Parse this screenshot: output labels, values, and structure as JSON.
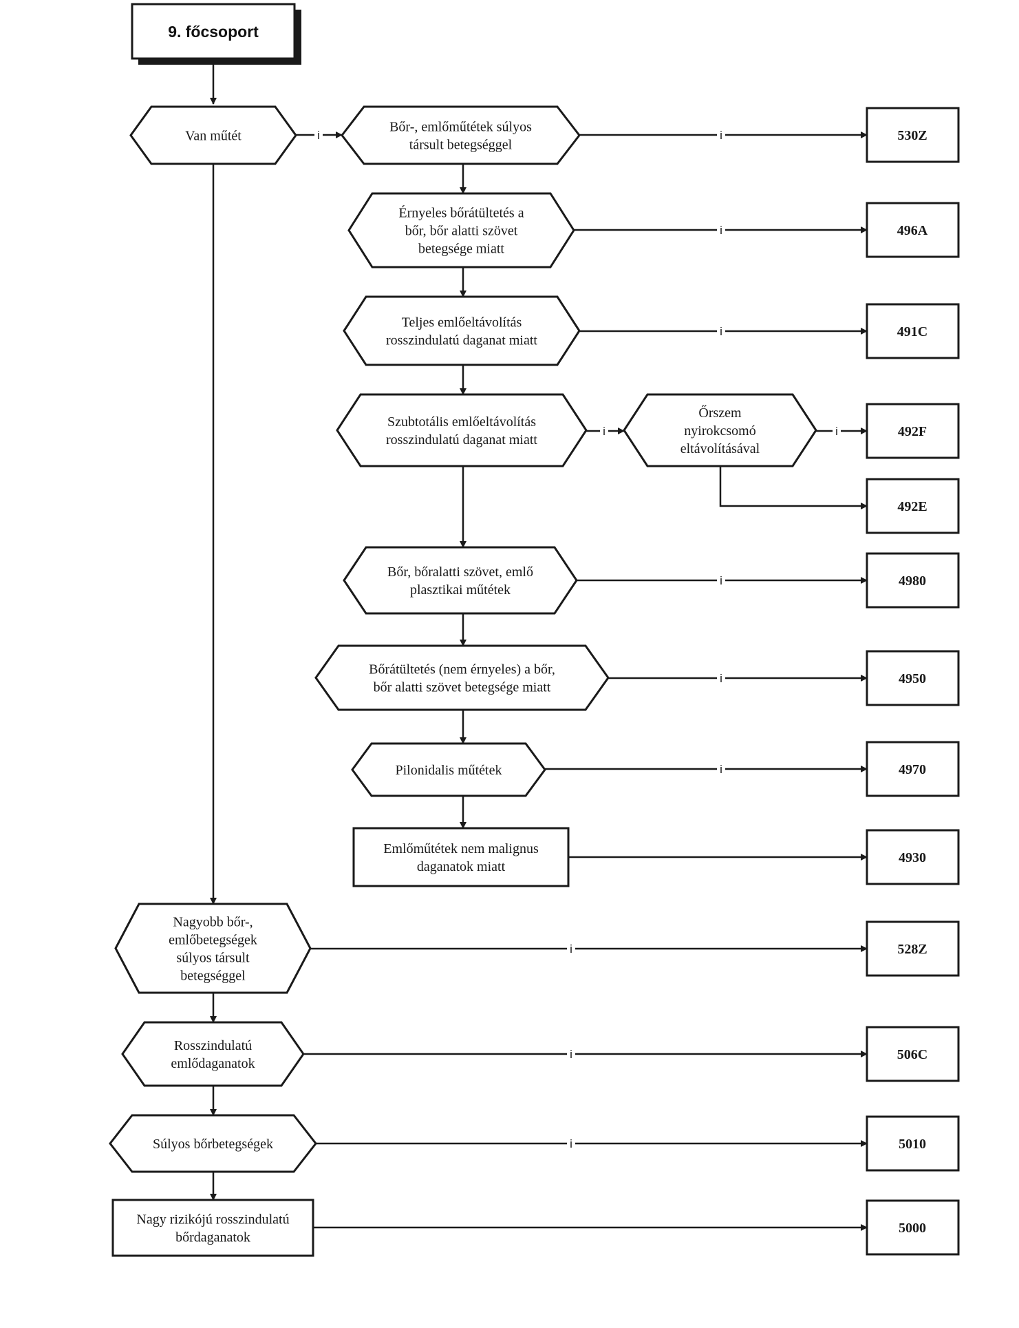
{
  "title": "9. főcsoport",
  "yes_label": "i",
  "decisions": [
    {
      "id": "van-mutet",
      "lines": [
        "Van műtét"
      ]
    },
    {
      "id": "bor-emlomutetek-sulyos",
      "lines": [
        "Bőr-, emlőműtétek súlyos",
        "társult betegséggel"
      ]
    },
    {
      "id": "ernyeles-boratultetes",
      "lines": [
        "Érnyeles bőrátültetés a",
        "bőr, bőr alatti szövet",
        "betegsége miatt"
      ]
    },
    {
      "id": "teljes-emloeltavolitas",
      "lines": [
        "Teljes emlőeltávolítás",
        "rosszindulatú daganat miatt"
      ]
    },
    {
      "id": "szubtotalis-emloeltavolitas",
      "lines": [
        "Szubtotális emlőeltávolítás",
        "rosszindulatú daganat miatt"
      ]
    },
    {
      "id": "orszem-nyirokcsomo",
      "lines": [
        "Őrszem",
        "nyirokcsomó",
        "eltávolításával"
      ]
    },
    {
      "id": "bor-boralatti-plasztikai",
      "lines": [
        "Bőr, bőralatti szövet, emlő",
        "plasztikai műtétek"
      ]
    },
    {
      "id": "boratultetes-nem-ernyeles",
      "lines": [
        "Bőrátültetés (nem érnyeles) a bőr,",
        "bőr alatti szövet betegsége miatt"
      ]
    },
    {
      "id": "pilonidalis-mutetek",
      "lines": [
        "Pilonidalis műtétek"
      ]
    },
    {
      "id": "nagyobb-bor-emlobetegsegek",
      "lines": [
        "Nagyobb bőr-,",
        "emlőbetegségek",
        "súlyos társult",
        "betegséggel"
      ]
    },
    {
      "id": "rosszindulatu-emlodaganatok",
      "lines": [
        "Rosszindulatú",
        "emlődaganatok"
      ]
    },
    {
      "id": "sulyos-borbetegsegek",
      "lines": [
        "Súlyos bőrbetegségek"
      ]
    }
  ],
  "processes": [
    {
      "id": "emlomutetek-nem-malignus",
      "lines": [
        "Emlőműtétek nem malignus",
        "daganatok miatt"
      ]
    },
    {
      "id": "nagy-rizikoju-bordaganatok",
      "lines": [
        "Nagy rizikójú rosszindulatú",
        "bőrdaganatok"
      ]
    }
  ],
  "codes": [
    "530Z",
    "496A",
    "491C",
    "492F",
    "492E",
    "4980",
    "4950",
    "4970",
    "4930",
    "528Z",
    "506C",
    "5010",
    "5000"
  ]
}
